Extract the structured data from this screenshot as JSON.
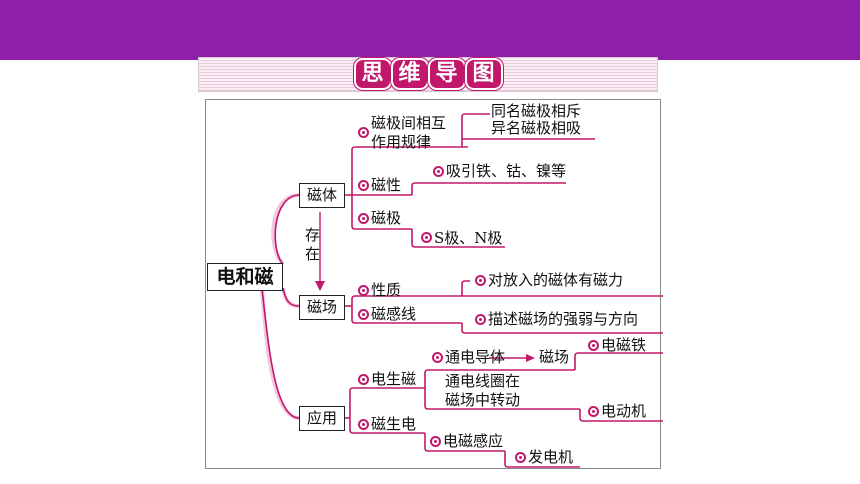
{
  "header": {
    "title_chars": [
      "思",
      "维",
      "导",
      "图"
    ]
  },
  "root": "电和磁",
  "magnet": {
    "label": "磁体",
    "law_label_line1": "磁极间相互",
    "law_label_line2": "作用规律",
    "law_rule1": "同名磁极相斥",
    "law_rule2": "异名磁极相吸",
    "magnetism_label": "磁性",
    "magnetism_detail": "吸引铁、钴、镍等",
    "pole_label": "磁极",
    "pole_detail": "S极、N极"
  },
  "exists_link": {
    "line1": "存",
    "line2": "在"
  },
  "field": {
    "label": "磁场",
    "property_label": "性质",
    "property_detail": "对放入的磁体有磁力",
    "lines_label": "磁感线",
    "lines_detail": "描述磁场的强弱与方向"
  },
  "application": {
    "label": "应用",
    "e2m_label": "电生磁",
    "conductor": "通电导体",
    "field_word": "磁场",
    "electromagnet": "电磁铁",
    "coil_line1": "通电线圈在",
    "coil_line2": "磁场中转动",
    "motor": "电动机",
    "m2e_label": "磁生电",
    "induction": "电磁感应",
    "generator": "发电机"
  },
  "colors": {
    "purple_bar": "#8e1fa8",
    "magenta": "#c2186b",
    "branch_pink": "#f2c6dc"
  }
}
